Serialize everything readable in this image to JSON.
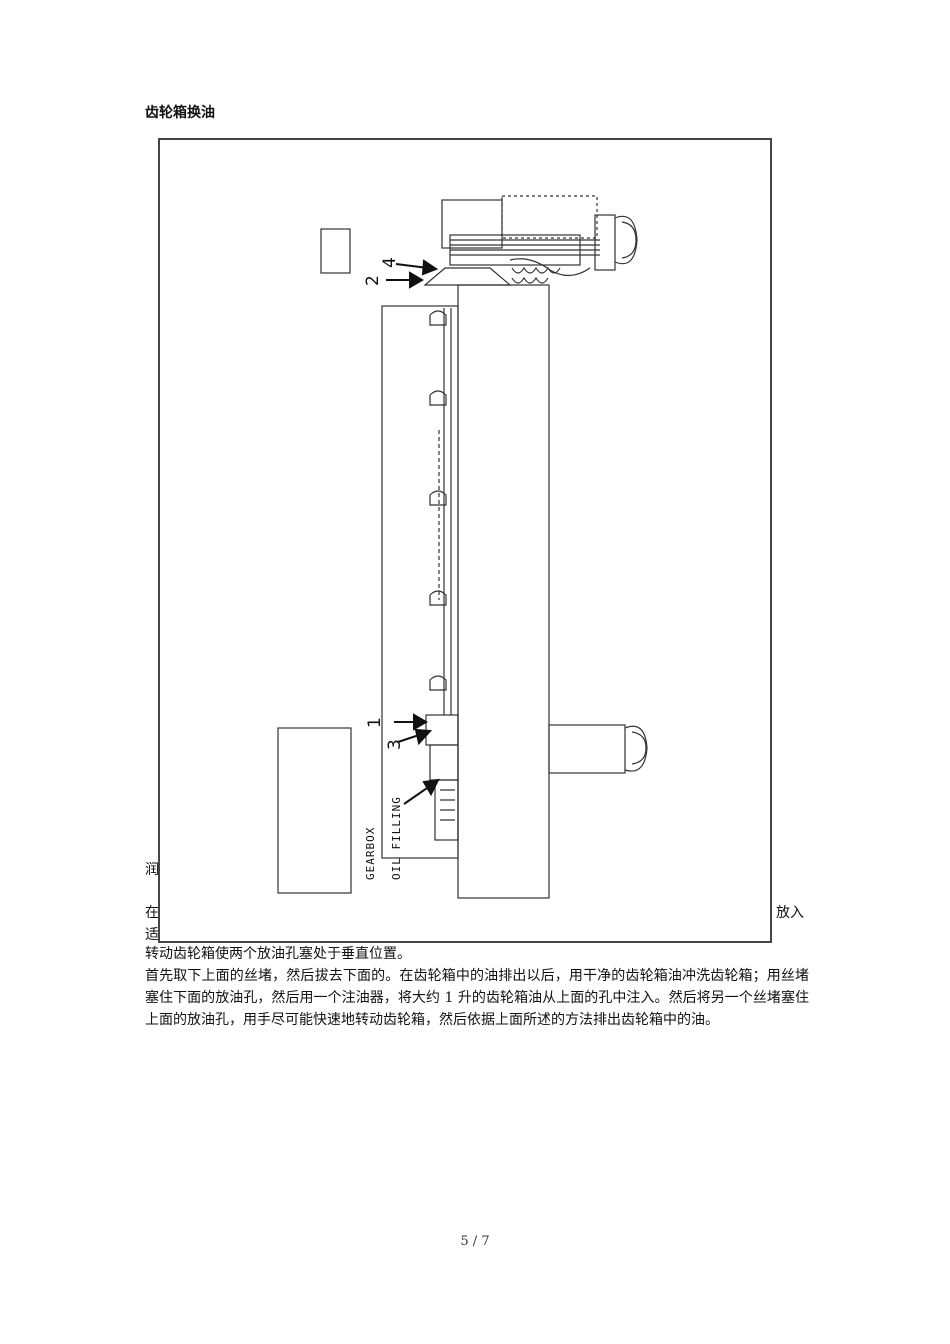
{
  "document": {
    "heading": "齿轮箱换油",
    "fragment_left_1": "润",
    "fragment_left_2": "在",
    "fragment_left_3": "适",
    "fragment_right": "放入",
    "paragraph_1": "转动齿轮箱使两个放油孔塞处于垂直位置。",
    "paragraph_2": "首先取下上面的丝堵，然后拔去下面的。在齿轮箱中的油排出以后，用干净的齿轮箱油冲洗齿轮箱；用丝堵塞住下面的放油孔，然后用一个注油器，将大约 1 升的齿轮箱油从上面的孔中注入。然后将另一个丝堵塞住上面的放油孔，用手尽可能快速地转动齿轮箱，然后依据上面所述的方法排出齿轮箱中的油。",
    "page_number": "5 / 7"
  },
  "figure": {
    "label_1": "1",
    "label_2": "2",
    "label_3": "3",
    "label_4": "4",
    "caption_line_1": "GEARBOX",
    "caption_line_2": "OIL FILLING"
  }
}
